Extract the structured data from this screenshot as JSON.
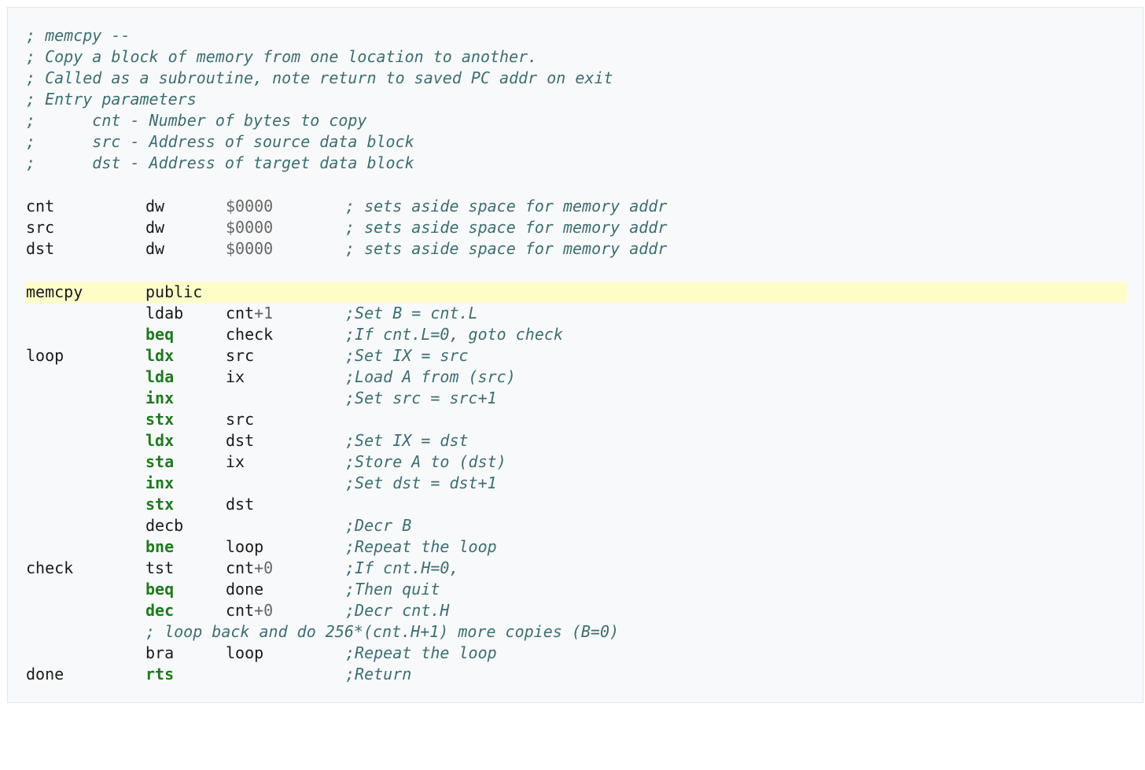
{
  "colors": {
    "background": "#f8f9fb",
    "comment": "#3d6e70",
    "keyword": "#1f7a1f",
    "text": "#1a1a1a",
    "number": "#666666",
    "highlight": "#fefdc8"
  },
  "header_comments": [
    "; memcpy --",
    "; Copy a block of memory from one location to another.",
    "; Called as a subroutine, note return to saved PC addr on exit",
    "; Entry parameters",
    ";      cnt - Number of bytes to copy",
    ";      src - Address of source data block",
    ";      dst - Address of target data block"
  ],
  "data_defs": [
    {
      "label": "cnt",
      "op": "dw",
      "value": "$0000",
      "comment": "; sets aside space for memory addr"
    },
    {
      "label": "src",
      "op": "dw",
      "value": "$0000",
      "comment": "; sets aside space for memory addr"
    },
    {
      "label": "dst",
      "op": "dw",
      "value": "$0000",
      "comment": "; sets aside space for memory addr"
    }
  ],
  "code": [
    {
      "label": "memcpy",
      "op": "public",
      "arg": "",
      "comment": "",
      "highlight": true
    },
    {
      "label": "",
      "op": "ldab",
      "arg": "cnt",
      "arg_num": "+1",
      "comment": ";Set B = cnt.L"
    },
    {
      "label": "",
      "op": "beq",
      "arg": "check",
      "comment": ";If cnt.L=0, goto check"
    },
    {
      "label": "loop",
      "op": "ldx",
      "arg": "src",
      "comment": ";Set IX = src"
    },
    {
      "label": "",
      "op": "lda",
      "arg": "ix",
      "comment": ";Load A from (src)"
    },
    {
      "label": "",
      "op": "inx",
      "arg": "",
      "comment": ";Set src = src+1"
    },
    {
      "label": "",
      "op": "stx",
      "arg": "src",
      "comment": ""
    },
    {
      "label": "",
      "op": "ldx",
      "arg": "dst",
      "comment": ";Set IX = dst"
    },
    {
      "label": "",
      "op": "sta",
      "arg": "ix",
      "comment": ";Store A to (dst)"
    },
    {
      "label": "",
      "op": "inx",
      "arg": "",
      "comment": ";Set dst = dst+1"
    },
    {
      "label": "",
      "op": "stx",
      "arg": "dst",
      "comment": ""
    },
    {
      "label": "",
      "op": "decb",
      "arg": "",
      "comment": ";Decr B"
    },
    {
      "label": "",
      "op": "bne",
      "arg": "loop",
      "comment": ";Repeat the loop"
    },
    {
      "label": "check",
      "op": "tst",
      "arg": "cnt",
      "arg_num": "+0",
      "comment": ";If cnt.H=0,"
    },
    {
      "label": "",
      "op": "beq",
      "arg": "done",
      "comment": ";Then quit"
    },
    {
      "label": "",
      "op": "dec",
      "arg": "cnt",
      "arg_num": "+0",
      "comment": ";Decr cnt.H"
    },
    {
      "inline_comment": "; loop back and do 256*(cnt.H+1) more copies (B=0)"
    },
    {
      "label": "",
      "op": "bra",
      "arg": "loop",
      "comment": ";Repeat the loop"
    },
    {
      "label": "done",
      "op": "rts",
      "arg": "",
      "comment": ";Return"
    }
  ]
}
